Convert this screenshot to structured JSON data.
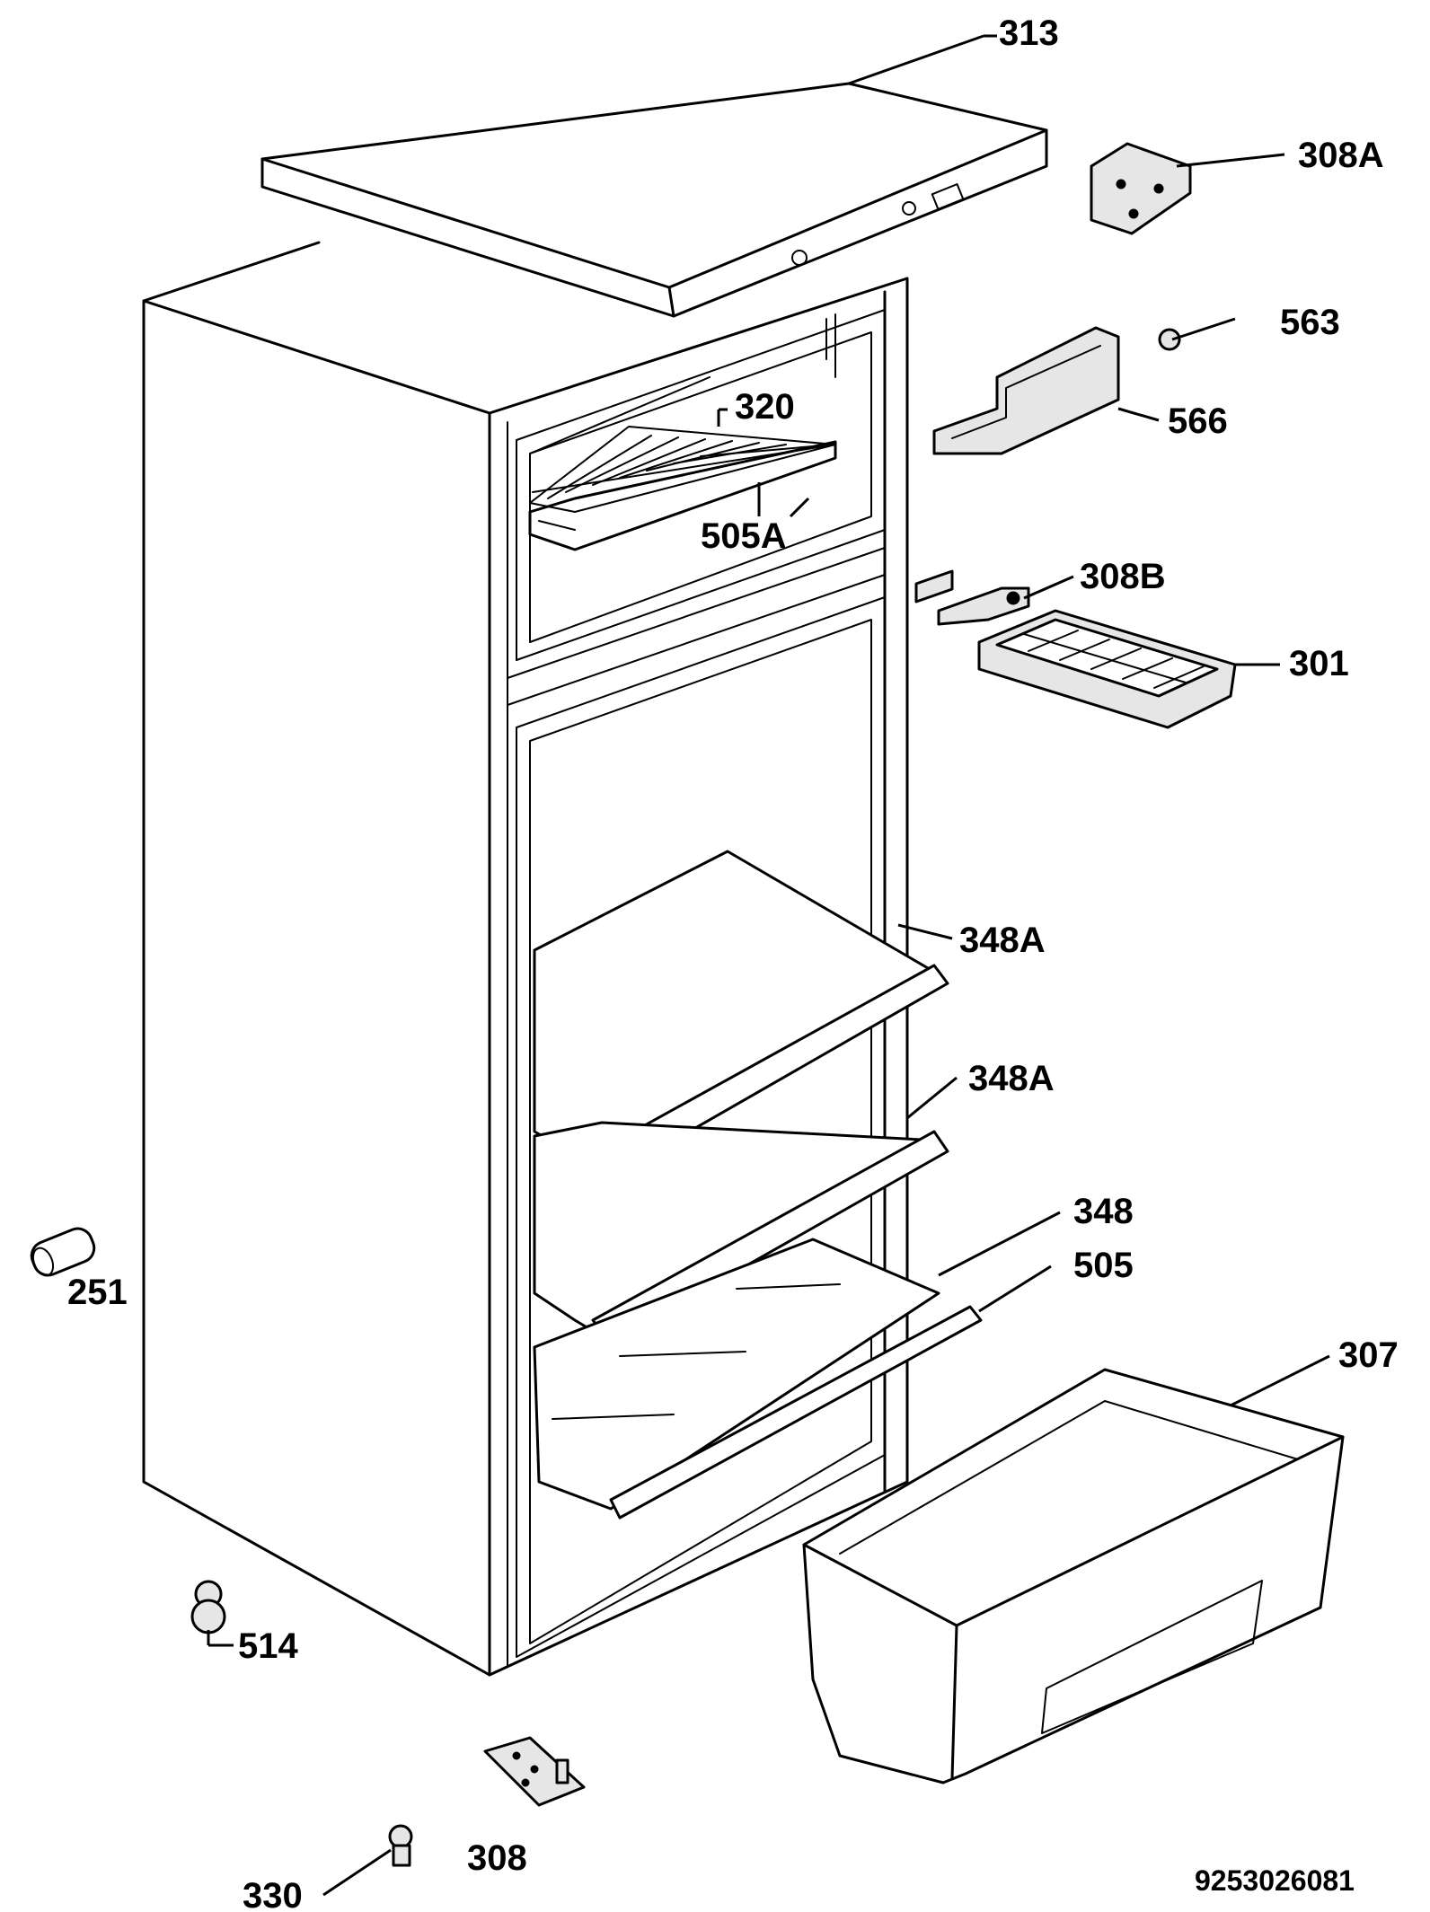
{
  "callouts": {
    "c313": "313",
    "c308A": "308A",
    "c563": "563",
    "c566": "566",
    "c320": "320",
    "c505A": "505A",
    "c308B": "308B",
    "c301": "301",
    "c348A_upper": "348A",
    "c348A_lower": "348A",
    "c348": "348",
    "c505": "505",
    "c307": "307",
    "c251": "251",
    "c514": "514",
    "c308": "308",
    "c330": "330"
  },
  "reference_number": "9253026081"
}
